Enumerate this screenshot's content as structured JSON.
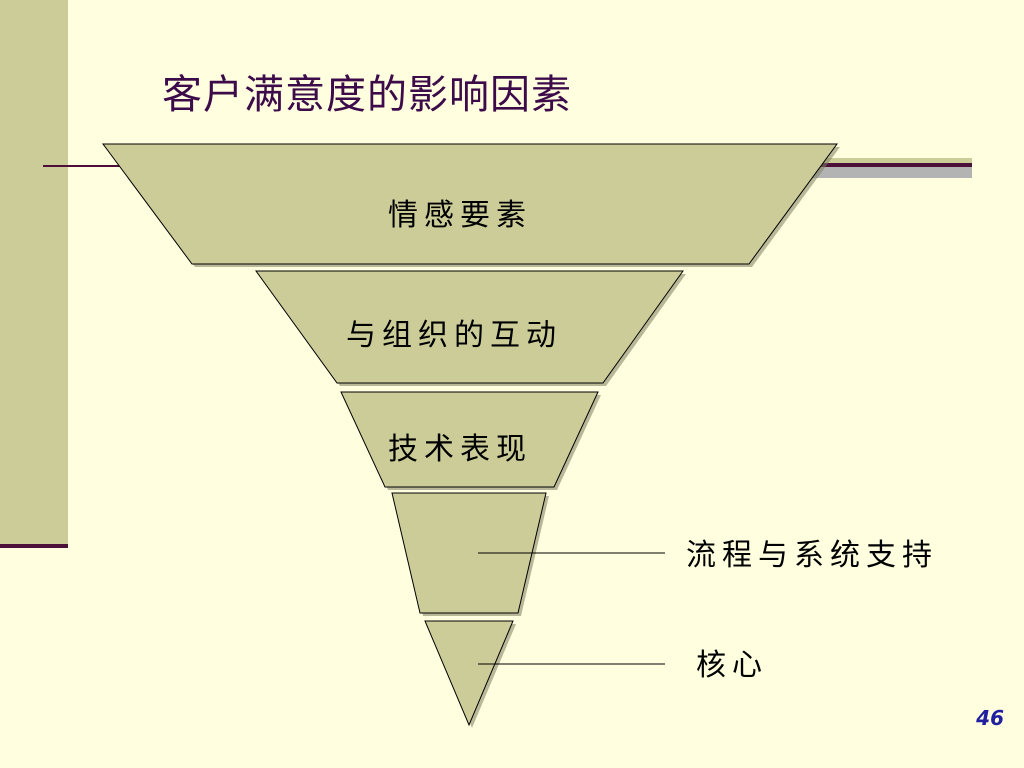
{
  "slide": {
    "title": "客户满意度的影响因素",
    "page_number": "46"
  },
  "diagram": {
    "type": "inverted-funnel",
    "levels": [
      {
        "label": "情感要素"
      },
      {
        "label": "与组织的互动"
      },
      {
        "label": "技术表现"
      },
      {
        "label": "流程与系统支持"
      },
      {
        "label": "核心"
      }
    ]
  },
  "colors": {
    "background": "#FFFFE0",
    "funnel_fill": "#CCCC99",
    "accent_dark": "#4B0F3A",
    "stripe_gray": "#B3B3B3",
    "page_number": "#1F1FA0"
  }
}
